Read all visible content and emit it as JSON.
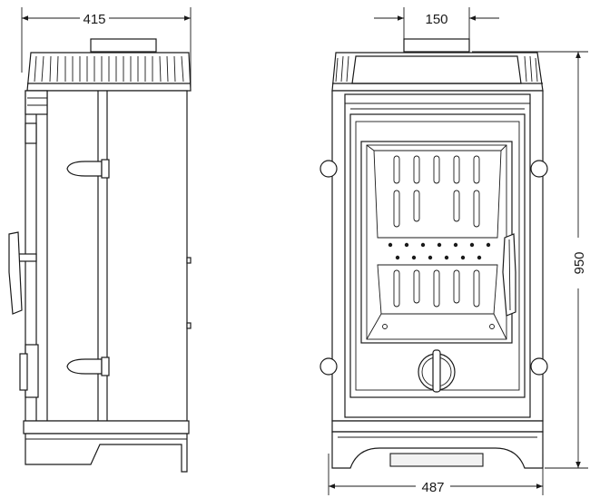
{
  "dimensions": {
    "side_depth": "415",
    "flue_diameter": "150",
    "height": "950",
    "front_width": "487"
  }
}
